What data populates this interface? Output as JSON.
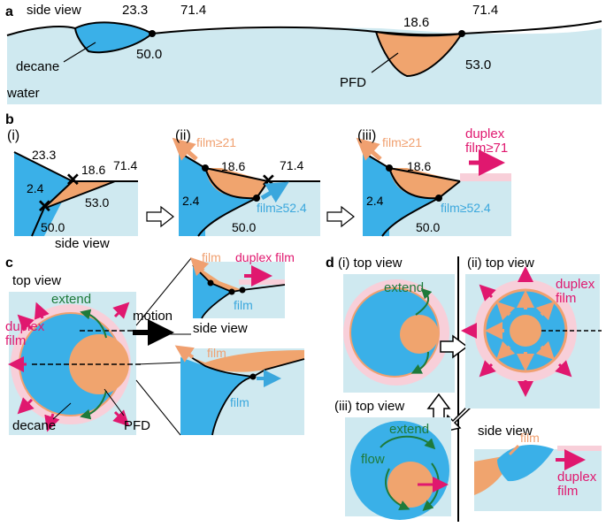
{
  "colors": {
    "water": "#cfe9f0",
    "decane": "#3ab0e8",
    "pfd": "#f0a46e",
    "duplex": "#f8cfd9",
    "magenta": "#e0186f",
    "green": "#1e7a3a",
    "film_blue": "#3aa7dd",
    "film_orange": "#f0a070"
  },
  "panel_a": {
    "label": "a",
    "side_view": "side view",
    "v_23_3": "23.3",
    "v_71_4_left": "71.4",
    "v_50_0": "50.0",
    "decane": "decane",
    "water": "water",
    "v_18_6": "18.6",
    "v_71_4_right": "71.4",
    "v_53_0": "53.0",
    "pfd": "PFD"
  },
  "panel_b": {
    "label": "b",
    "i": {
      "label": "(i)",
      "v_23_3": "23.3",
      "v_18_6": "18.6",
      "v_71_4": "71.4",
      "v_2_4": "2.4",
      "v_53_0": "53.0",
      "v_50_0": "50.0",
      "side_view": "side view"
    },
    "ii": {
      "label": "(ii)",
      "film_orange": "film≥21",
      "v_18_6": "18.6",
      "v_71_4": "71.4",
      "v_2_4": "2.4",
      "film_blue": "film≥52.4",
      "v_50_0": "50.0"
    },
    "iii": {
      "label": "(iii)",
      "film_orange": "film≥21",
      "duplex_1": "duplex",
      "duplex_2": "film≥71",
      "v_18_6": "18.6",
      "v_2_4": "2.4",
      "film_blue": "film≥52.4",
      "v_50_0": "50.0"
    }
  },
  "panel_c": {
    "label": "c",
    "top_view": "top view",
    "extend": "extend",
    "duplex_1": "duplex",
    "duplex_2": "film",
    "motion": "motion",
    "decane": "decane",
    "pfd": "PFD",
    "inset_film_or": "film",
    "inset_duplex": "duplex film",
    "inset_film_bl": "film",
    "side_view": "side view",
    "side_film_or": "film",
    "side_film_bl": "film"
  },
  "panel_d": {
    "label": "d",
    "i_title": "(i)  top view",
    "i_extend": "extend",
    "ii_title": "(ii)  top view",
    "ii_duplex_1": "duplex",
    "ii_duplex_2": "film",
    "iii_title": "(iii)  top view",
    "iii_extend": "extend",
    "iii_flow": "flow",
    "side_view": "side view",
    "side_film": "film",
    "side_duplex_1": "duplex",
    "side_duplex_2": "film"
  }
}
